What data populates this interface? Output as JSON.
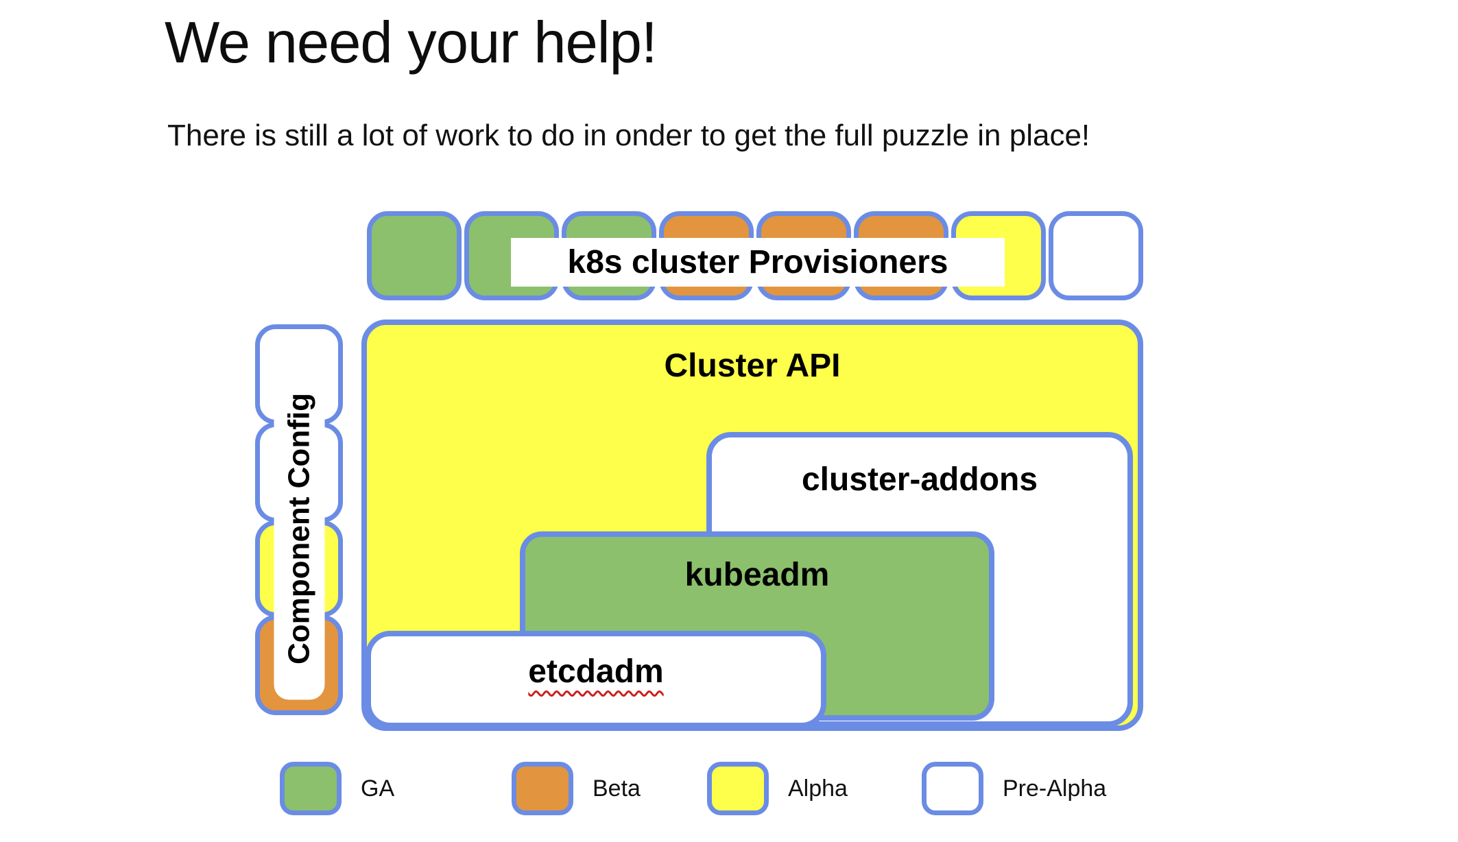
{
  "header": {
    "title": "We need your help!",
    "subtitle": "There is still a lot of work to do in onder to get the full puzzle in place!"
  },
  "colors": {
    "ga": "#8cc06c",
    "beta": "#e2953e",
    "alpha": "#feff4a",
    "prealpha": "#ffffff",
    "border": "#6b8ce4",
    "squiggle": "#cc1f1f"
  },
  "provisioners": {
    "label": "k8s cluster Provisioners",
    "pieces": [
      "ga",
      "ga",
      "ga",
      "beta",
      "beta",
      "beta",
      "alpha",
      "prealpha"
    ]
  },
  "component_config": {
    "label": "Component Config",
    "pieces": [
      "prealpha",
      "prealpha",
      "alpha",
      "beta"
    ]
  },
  "puzzle": {
    "cluster_api": "Cluster API",
    "cluster_addons": "cluster-addons",
    "kubeadm": "kubeadm",
    "etcdadm": "etcdadm"
  },
  "legend": [
    {
      "label": "GA",
      "color": "ga"
    },
    {
      "label": "Beta",
      "color": "beta"
    },
    {
      "label": "Alpha",
      "color": "alpha"
    },
    {
      "label": "Pre-Alpha",
      "color": "prealpha"
    }
  ]
}
